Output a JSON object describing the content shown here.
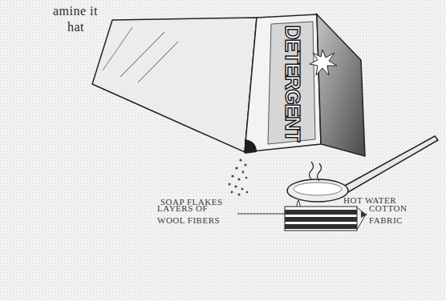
{
  "diagram": {
    "labels": [
      "amine it",
      "hat",
      "DETERGENT",
      "SOAP FLAKES",
      "HOT WATER",
      "LAYERS OF WOOL FIBERS",
      "COTTON FABRIC"
    ]
  }
}
